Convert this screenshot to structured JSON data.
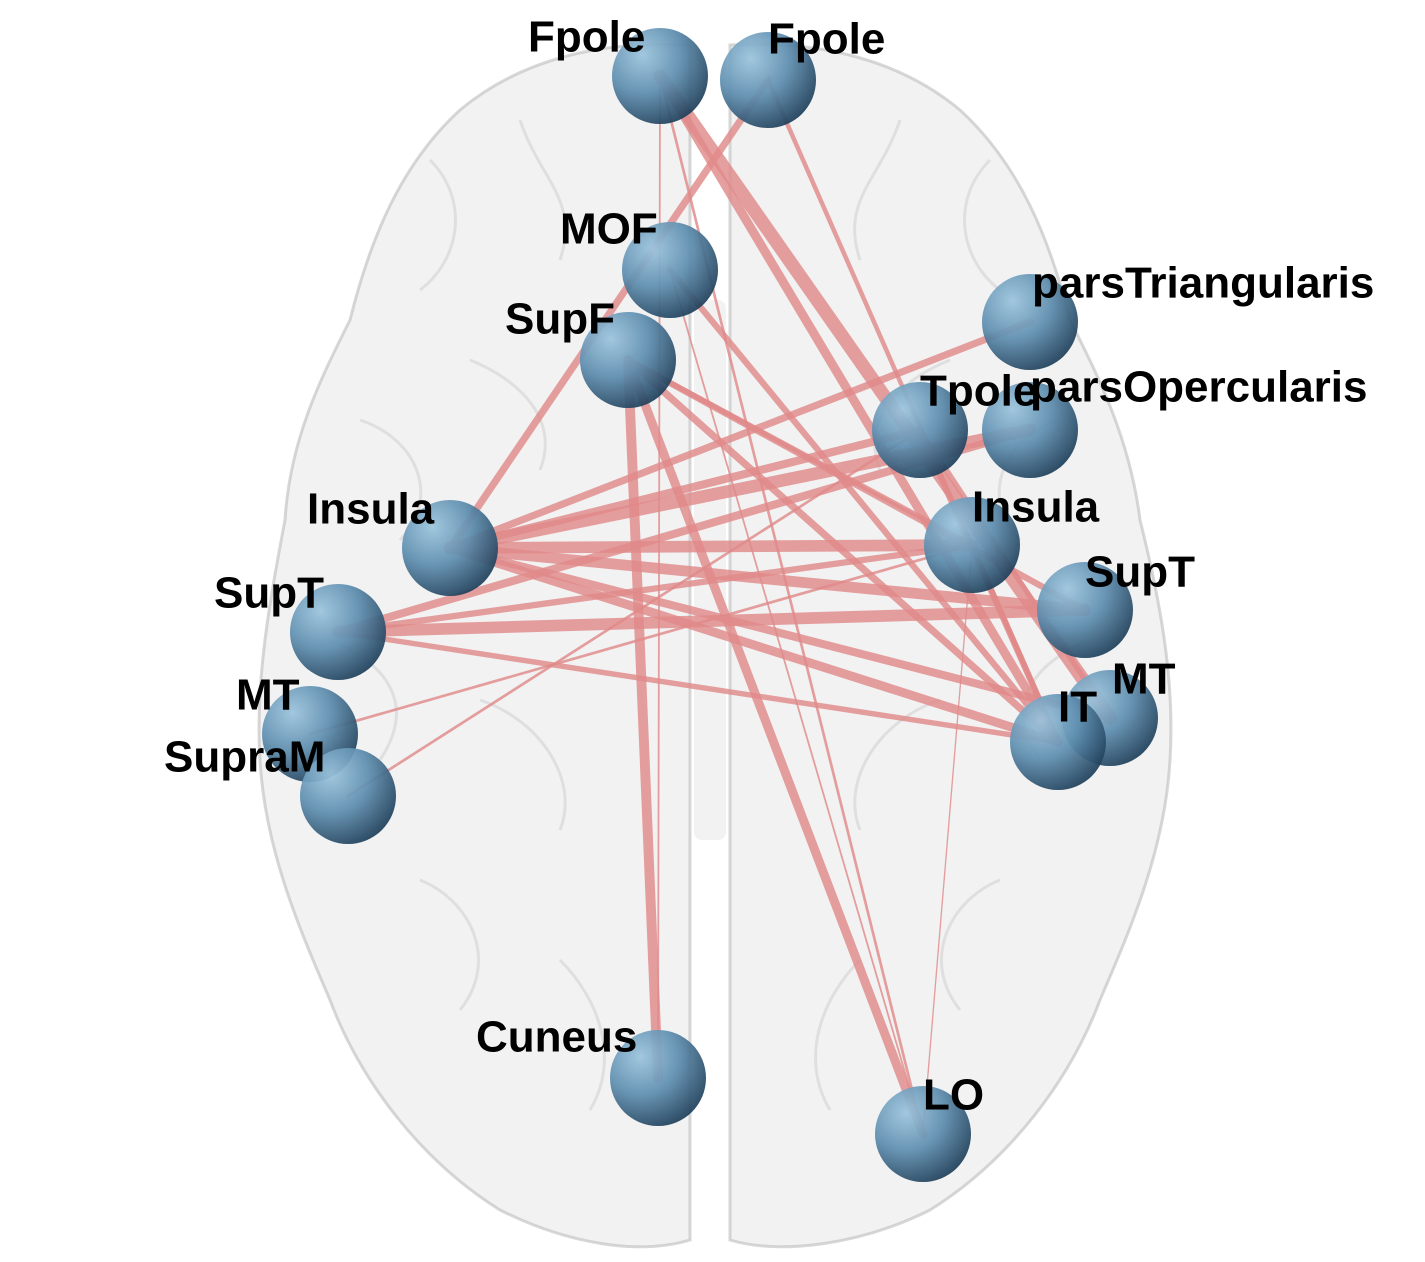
{
  "colors": {
    "background": "#ffffff",
    "brain_fill": "#d9d9d9",
    "brain_stroke": "#bdbdbd",
    "edge": "#e08a8a",
    "node_light": "#9cc4dd",
    "node_mid": "#5f8fb0",
    "node_dark": "#1f3f5a",
    "label": "#000000"
  },
  "nodes": [
    {
      "id": "fpole_l",
      "label": "Fpole"
    },
    {
      "id": "fpole_r",
      "label": "Fpole"
    },
    {
      "id": "mof",
      "label": "MOF"
    },
    {
      "id": "parstri",
      "label": "parsTriangularis"
    },
    {
      "id": "supf",
      "label": "SupF"
    },
    {
      "id": "tpole",
      "label": "Tpole"
    },
    {
      "id": "parsop",
      "label": "parsOpercularis"
    },
    {
      "id": "insula_l",
      "label": "Insula"
    },
    {
      "id": "insula_r",
      "label": "Insula"
    },
    {
      "id": "supt_l",
      "label": "SupT"
    },
    {
      "id": "supt_r",
      "label": "SupT"
    },
    {
      "id": "mt_l",
      "label": "MT"
    },
    {
      "id": "mt_r",
      "label": "MT"
    },
    {
      "id": "it",
      "label": "IT"
    },
    {
      "id": "supram",
      "label": "SupraM"
    },
    {
      "id": "cuneus",
      "label": "Cuneus"
    },
    {
      "id": "lo",
      "label": "LO"
    }
  ],
  "edges": [
    {
      "source": "fpole_l",
      "target": "mt_r",
      "weight": 3.0
    },
    {
      "source": "fpole_l",
      "target": "it",
      "weight": 2.0
    },
    {
      "source": "fpole_l",
      "target": "lo",
      "weight": 0.6
    },
    {
      "source": "fpole_l",
      "target": "cuneus",
      "weight": 0.4
    },
    {
      "source": "fpole_r",
      "target": "insula_l",
      "weight": 1.6
    },
    {
      "source": "fpole_r",
      "target": "it",
      "weight": 1.0
    },
    {
      "source": "mof",
      "target": "it",
      "weight": 1.4
    },
    {
      "source": "mof",
      "target": "lo",
      "weight": 0.4
    },
    {
      "source": "supf",
      "target": "cuneus",
      "weight": 2.2
    },
    {
      "source": "supf",
      "target": "lo",
      "weight": 2.0
    },
    {
      "source": "supf",
      "target": "it",
      "weight": 1.6
    },
    {
      "source": "supf",
      "target": "supt_r",
      "weight": 1.4
    },
    {
      "source": "supf",
      "target": "insula_r",
      "weight": 1.2
    },
    {
      "source": "insula_l",
      "target": "tpole",
      "weight": 1.8
    },
    {
      "source": "insula_l",
      "target": "parstri",
      "weight": 1.6
    },
    {
      "source": "insula_l",
      "target": "parsop",
      "weight": 2.8
    },
    {
      "source": "insula_l",
      "target": "insula_r",
      "weight": 2.6
    },
    {
      "source": "insula_l",
      "target": "supt_r",
      "weight": 2.4
    },
    {
      "source": "insula_l",
      "target": "it",
      "weight": 2.0
    },
    {
      "source": "insula_l",
      "target": "mt_r",
      "weight": 1.8
    },
    {
      "source": "supt_l",
      "target": "supt_r",
      "weight": 2.6
    },
    {
      "source": "supt_l",
      "target": "parsop",
      "weight": 1.8
    },
    {
      "source": "supt_l",
      "target": "insula_r",
      "weight": 1.4
    },
    {
      "source": "supt_l",
      "target": "it",
      "weight": 1.2
    },
    {
      "source": "mt_l",
      "target": "insula_r",
      "weight": 0.6
    },
    {
      "source": "supram",
      "target": "tpole",
      "weight": 0.6
    },
    {
      "source": "tpole",
      "target": "it",
      "weight": 1.4
    },
    {
      "source": "tpole",
      "target": "mt_r",
      "weight": 1.2
    },
    {
      "source": "insula_r",
      "target": "it",
      "weight": 1.2
    },
    {
      "source": "lo",
      "target": "insula_r",
      "weight": 0.3
    }
  ]
}
